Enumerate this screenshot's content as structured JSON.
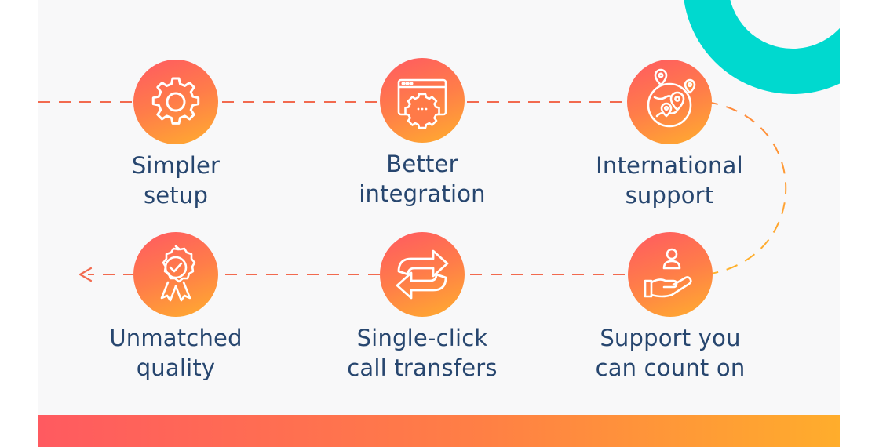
{
  "colors": {
    "accent_red": "#ff5962",
    "accent_orange": "#ffae2e",
    "accent_teal": "#00d9cf",
    "label_navy": "#27466f",
    "dash_color": "#f26a4f"
  },
  "steps": [
    {
      "icon": "gear-icon",
      "line1": "Simpler",
      "line2": "setup"
    },
    {
      "icon": "browser-gear-icon",
      "line1": "Better",
      "line2": "integration"
    },
    {
      "icon": "globe-location-icon",
      "line1": "International",
      "line2": "support"
    },
    {
      "icon": "hand-user-icon",
      "line1": "Support you",
      "line2": "can count on"
    },
    {
      "icon": "arrows-swap-icon",
      "line1": "Single-click",
      "line2": "call transfers"
    },
    {
      "icon": "award-badge-icon",
      "line1": "Unmatched",
      "line2": "quality"
    }
  ]
}
